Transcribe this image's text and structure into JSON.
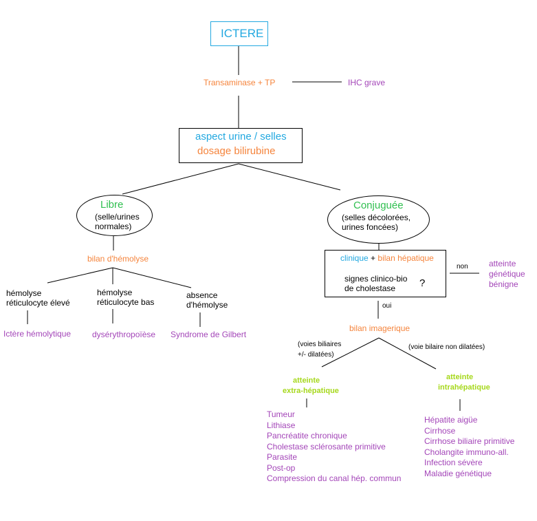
{
  "title": "ICTERE",
  "step1": {
    "label": "Transaminase + TP",
    "branch": "IHC grave"
  },
  "step2": {
    "line1": "aspect urine / selles",
    "line2": "dosage bilirubine"
  },
  "libre": {
    "title": "Libre",
    "desc": [
      "(selle/urines",
      "normales)"
    ],
    "exam": "bilan d'hémolyse",
    "branches": [
      {
        "lines": [
          "hémolyse",
          "réticulocyte élevé"
        ],
        "result": "Ictère hémolytique"
      },
      {
        "lines": [
          "hémolyse",
          "réticulocyte bas"
        ],
        "result": "dysérythropoïèse"
      },
      {
        "lines": [
          "absence",
          "d'hémolyse"
        ],
        "result": "Syndrome de Gilbert"
      }
    ]
  },
  "conjuguee": {
    "title": "Conjuguée",
    "desc": [
      "(selles décolorées,",
      "urines foncées)"
    ],
    "box": {
      "clinique": "clinique",
      "plus": "+",
      "bilan": "bilan hépatique",
      "question": [
        "signes clinico-bio",
        "de cholestase"
      ],
      "qmark": "?"
    },
    "non_label": "non",
    "non_result": [
      "atteinte",
      "génétique",
      "bénigne"
    ],
    "oui_label": "oui",
    "exam": "bilan imagerique",
    "left_condition": [
      "(voies biliaires",
      "+/- dilatées)"
    ],
    "right_condition": "(voie bilaire non dilatées)",
    "extra": {
      "title": [
        "atteinte",
        "extra-hépatique"
      ],
      "causes": [
        "Tumeur",
        "Lithiase",
        "Pancréatite chronique",
        "Cholestase sclérosante primitive",
        "Parasite",
        "Post-op",
        "Compression du canal hép. commun"
      ]
    },
    "intra": {
      "title": [
        "atteinte",
        "intrahépatique"
      ],
      "causes": [
        "Hépatite aigüe",
        "Cirrhose",
        "Cirrhose biliaire primitive",
        "Cholangite immuno-all.",
        "Infection sévère",
        "Maladie génétique"
      ]
    }
  }
}
